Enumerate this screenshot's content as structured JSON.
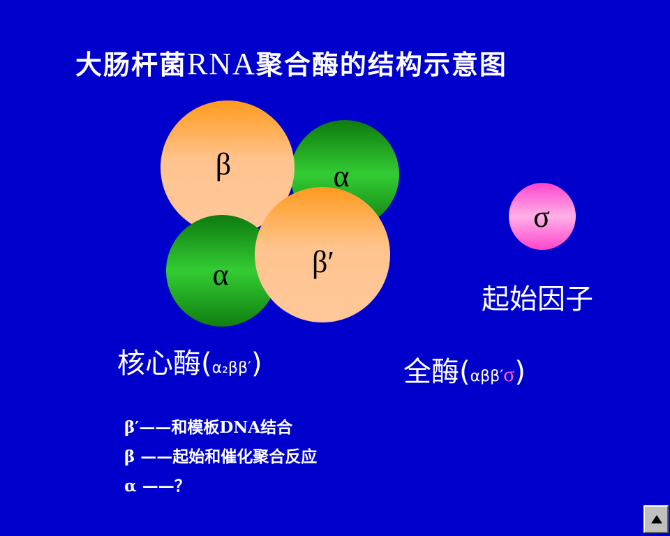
{
  "title_prefix": "大肠杆菌",
  "title_rna": "RNA",
  "title_suffix": "聚合酶的结构示意图",
  "subunits": {
    "beta": "β",
    "alpha_top": "α",
    "alpha_bottom": "α",
    "beta_prime": "β′",
    "sigma": "σ"
  },
  "colors": {
    "background": "#0000CC",
    "orange": "#FFA030",
    "green": "#1E9E1E",
    "pink": "#FF55CC"
  },
  "initiation_factor_label": "起始因子",
  "core_enzyme": {
    "name": "核心酶",
    "open": "(",
    "formula": "α₂ββ′",
    "close": ")"
  },
  "holoenzyme": {
    "name": "全酶",
    "open": "(",
    "formula": "αββ′",
    "sigma": "σ",
    "close": ")"
  },
  "notes": [
    "β′——和模板DNA结合",
    "β ——起始和催化聚合反应",
    "α ——？"
  ]
}
